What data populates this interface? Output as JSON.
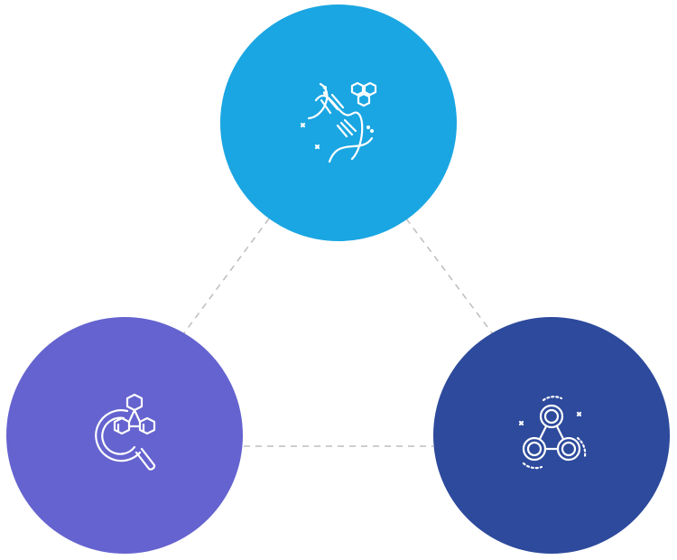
{
  "diagram": {
    "nodes": [
      {
        "id": "top",
        "icon": "dna-molecule-icon",
        "color": "#1aa6e2"
      },
      {
        "id": "left",
        "icon": "molecule-search-icon",
        "color": "#6563cf"
      },
      {
        "id": "right",
        "icon": "molecular-structure-icon",
        "color": "#2d4a9c"
      }
    ],
    "connectors": {
      "style": "dashed",
      "color": "#bdbdbd",
      "links": [
        {
          "from": "top",
          "to": "left"
        },
        {
          "from": "top",
          "to": "right"
        },
        {
          "from": "left",
          "to": "right"
        }
      ]
    },
    "icon_color": "#ffffff"
  }
}
